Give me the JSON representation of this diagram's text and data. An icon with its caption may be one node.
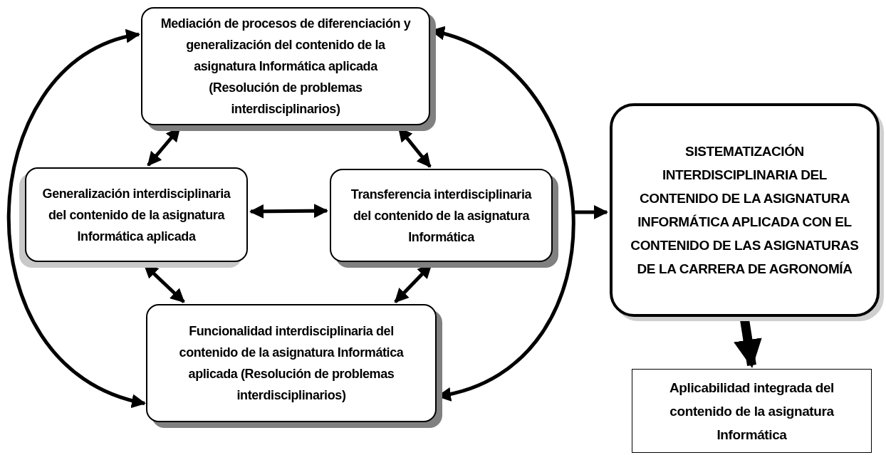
{
  "diagram": {
    "nodes": [
      {
        "text": [
          "Mediación de procesos de diferenciación y generalización del contenido de la asignatura Informática aplicada  (Resolución de problemas interdisciplinarios)"
        ]
      },
      {
        "text": [
          "Generalización interdisciplinaria del contenido de la asignatura Informática aplicada"
        ]
      },
      {
        "text": [
          "Transferencia interdisciplinaria del contenido de la asignatura Informática"
        ]
      },
      {
        "text": [
          "Funcionalidad interdisciplinaria del contenido de la asignatura Informática aplicada (Resolución de problemas interdisciplinarios)"
        ]
      },
      {
        "text": [
          "SISTEMATIZACIÓN INTERDISCIPLINARIA DEL CONTENIDO DE LA ASIGNATURA INFORMÁTICA APLICADA CON EL CONTENIDO DE LAS ASIGNATURAS DE LA CARRERA DE AGRONOMÍA"
        ]
      },
      {
        "text": [
          "Aplicabilidad integrada del contenido de la asignatura Informática"
        ]
      }
    ],
    "edges": [
      {
        "from": 0,
        "to": 1,
        "arrow": "both"
      },
      {
        "from": 0,
        "to": 2,
        "arrow": "both"
      },
      {
        "from": 1,
        "to": 2,
        "arrow": "both"
      },
      {
        "from": 1,
        "to": 3,
        "arrow": "both"
      },
      {
        "from": 2,
        "to": 3,
        "arrow": "both"
      },
      {
        "from": 0,
        "to": 3,
        "arrow": "both"
      },
      {
        "from": 0,
        "to": 3,
        "arrow": "both"
      },
      {
        "from": null,
        "to": 4,
        "arrow": "to"
      },
      {
        "from": 4,
        "to": 5,
        "arrow": "to",
        "style": "thick"
      }
    ]
  }
}
